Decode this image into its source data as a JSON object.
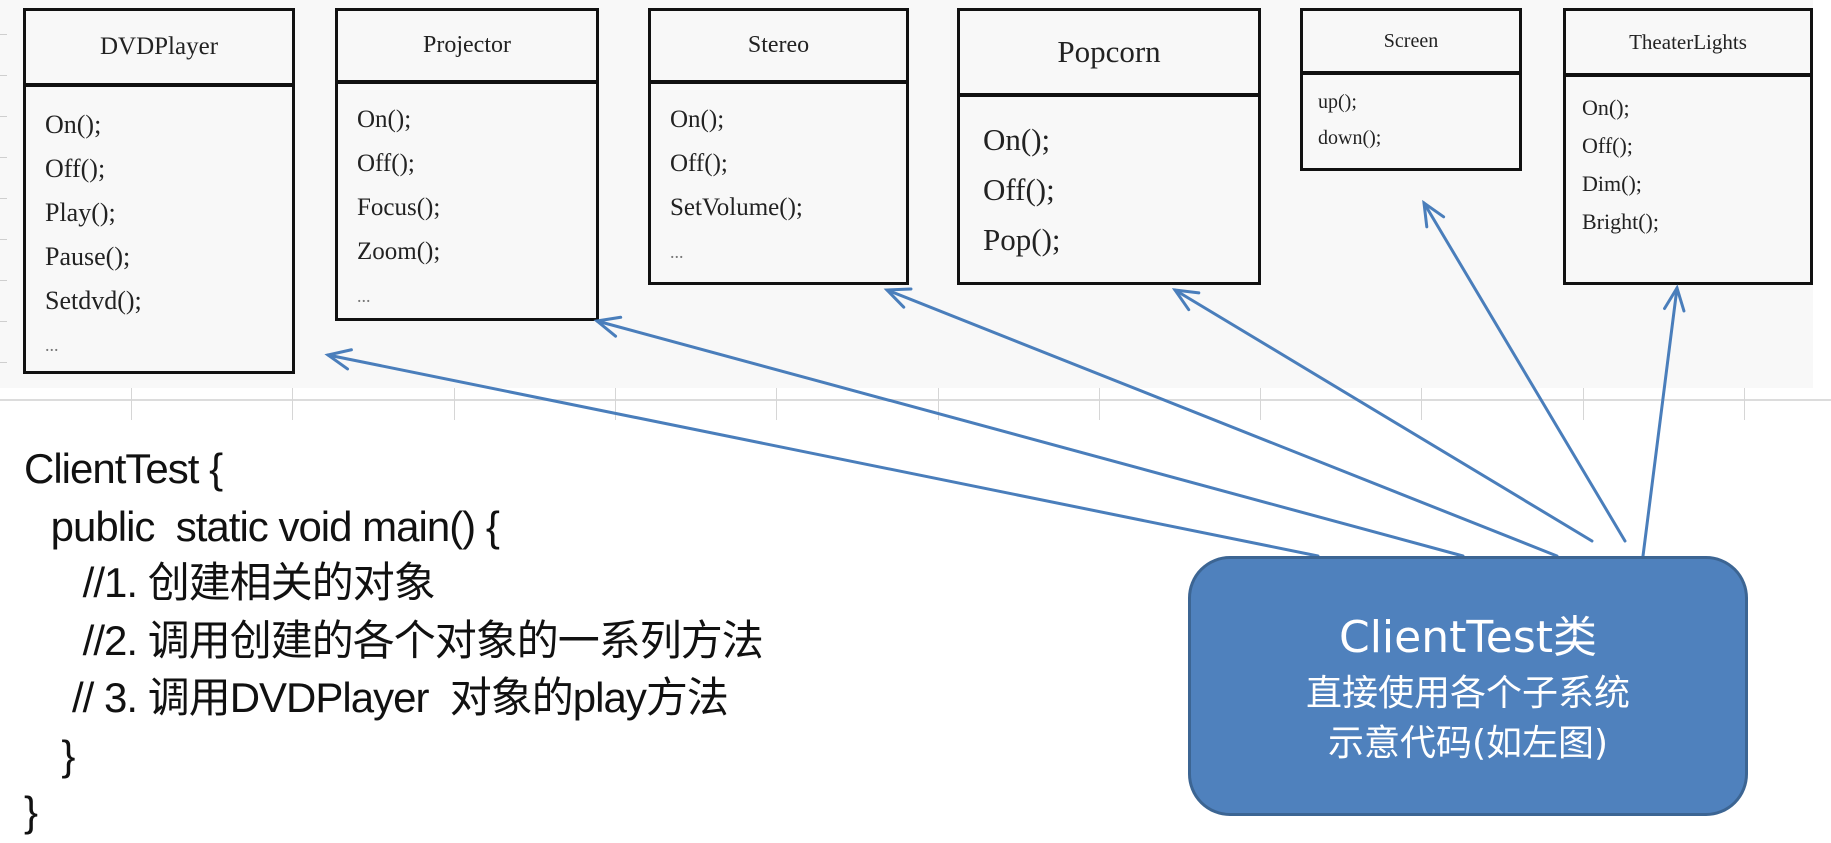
{
  "classes": [
    {
      "id": "dvdplayer",
      "name": "DVDPlayer",
      "methods": [
        "On();",
        "Off();",
        "Play();",
        "Pause();",
        "Setdvd();",
        "..."
      ]
    },
    {
      "id": "projector",
      "name": "Projector",
      "methods": [
        "On();",
        "Off();",
        "Focus();",
        "Zoom();",
        "..."
      ]
    },
    {
      "id": "stereo",
      "name": "Stereo",
      "methods": [
        "On();",
        "Off();",
        "SetVolume();",
        "..."
      ]
    },
    {
      "id": "popcorn",
      "name": "Popcorn",
      "methods": [
        "On();",
        "Off();",
        "Pop();"
      ]
    },
    {
      "id": "screen",
      "name": "Screen",
      "methods": [
        "up();",
        "down();"
      ]
    },
    {
      "id": "theaterlights",
      "name": "TheaterLights",
      "methods": [
        "On();",
        "Off();",
        "Dim();",
        "Bright();"
      ]
    }
  ],
  "code": {
    "lines": [
      "ClientTest {",
      " public  static void main() {",
      "    //1. 创建相关的对象",
      "    //2. 调用创建的各个对象的一系列方法",
      "   // 3. 调用DVDPlayer  对象的play方法",
      "  }",
      "}"
    ]
  },
  "client_box": {
    "title": "ClientTest类",
    "line2": "直接使用各个子系统",
    "line3": "示意代码(如左图)"
  },
  "relations": {
    "from": "ClientTest",
    "to": [
      "DVDPlayer",
      "Projector",
      "Stereo",
      "Popcorn",
      "Screen",
      "TheaterLights"
    ],
    "type": "dependency-arrow"
  },
  "colors": {
    "arrow": "#4a7ebb",
    "client_fill": "#4f81bd",
    "client_border": "#3c6593"
  }
}
